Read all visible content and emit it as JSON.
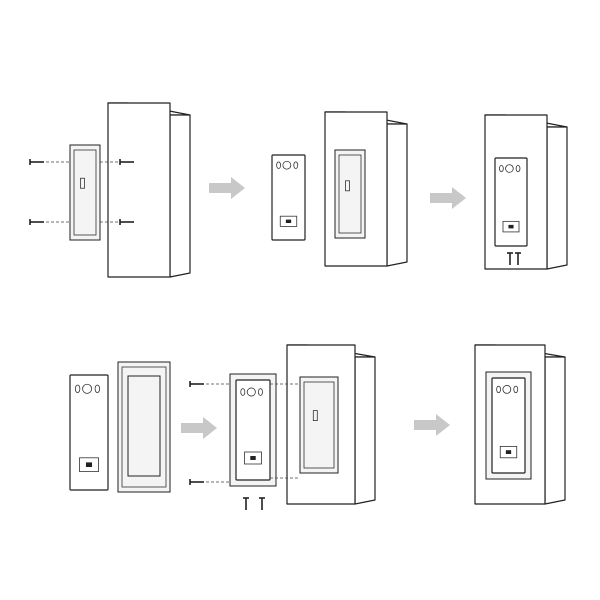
{
  "diagram": {
    "type": "installation-steps",
    "steps": 6,
    "colors": {
      "line": "#222222",
      "arrow": "#c8c8c8",
      "background": "#ffffff"
    },
    "icons": [
      "wall-block",
      "gang-box",
      "screw",
      "door-station",
      "flush-frame",
      "step-arrow"
    ]
  }
}
